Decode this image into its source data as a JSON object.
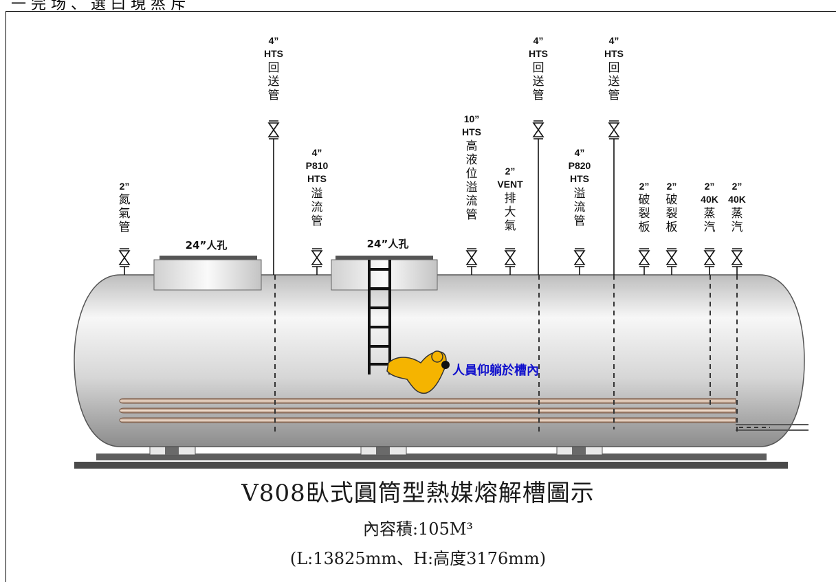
{
  "header_fragment": "一 完 场 、 選 曰 現 烝 斥",
  "nozzles": [
    {
      "id": "n1",
      "lines": [
        "2”",
        "氮",
        "氣",
        "管"
      ]
    },
    {
      "id": "n2",
      "lines": [
        "4”",
        "HTS",
        "回",
        "送",
        "管"
      ]
    },
    {
      "id": "n3",
      "lines": [
        "4”",
        "P810",
        "HTS",
        "溢",
        "流",
        "管"
      ]
    },
    {
      "id": "n4",
      "lines": [
        "10”",
        "HTS",
        "高",
        "液",
        "位",
        "溢",
        "流",
        "管"
      ]
    },
    {
      "id": "n5",
      "lines": [
        "2”",
        "VENT",
        "排",
        "大",
        "氣"
      ]
    },
    {
      "id": "n6",
      "lines": [
        "4”",
        "HTS",
        "回",
        "送",
        "管"
      ]
    },
    {
      "id": "n7",
      "lines": [
        "4”",
        "P820",
        "HTS",
        "溢",
        "流",
        "管"
      ]
    },
    {
      "id": "n8",
      "lines": [
        "4”",
        "HTS",
        "回",
        "送",
        "管"
      ]
    },
    {
      "id": "n9",
      "lines": [
        "2”",
        "破",
        "裂",
        "板"
      ]
    },
    {
      "id": "n10",
      "lines": [
        "2”",
        "破",
        "裂",
        "板"
      ]
    },
    {
      "id": "n11",
      "lines": [
        "2”",
        "40K",
        "蒸",
        "汽"
      ]
    },
    {
      "id": "n12",
      "lines": [
        "2”",
        "40K",
        "蒸",
        "汽"
      ]
    }
  ],
  "manholes": [
    {
      "label": "24”人孔"
    },
    {
      "label": "24”人孔"
    }
  ],
  "person_label": "人員仰躺於槽內",
  "title": "V808臥式圓筒型熱媒熔解槽圖示",
  "capacity": "內容積:105M³",
  "dimensions": "(L:13825mm、H:高度3176mm)",
  "colors": {
    "tank_light": "#f2f2f2",
    "tank_dark": "#9a9a9a",
    "person": "#f5b400",
    "person_label": "#1010cc",
    "coil": "#c79a7a"
  }
}
